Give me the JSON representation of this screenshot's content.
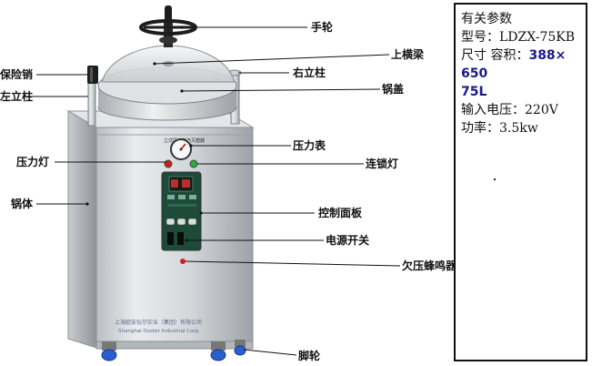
{
  "labels": {
    "handwheel": "手轮",
    "crossbeam": "上横梁",
    "safety_pin": "保险销",
    "right_column": "右立柱",
    "left_column": "左立柱",
    "lid": "锅盖",
    "pressure_gauge": "压力表",
    "pressure_lamp": "压力灯",
    "interlock_lamp": "连锁灯",
    "body": "锅体",
    "control_panel": "控制面板",
    "power_switch": "电源开关",
    "buzzer": "欠压蜂鸣器",
    "casters": "脚轮"
  },
  "device_text": {
    "top_strip": "立式压力蒸汽灭菌器",
    "maker_cn": "上海欧安仪尔实业（集团）有限公司",
    "maker_en": "Shanghai Ouster Industrial Corp."
  },
  "specs": {
    "title": "有关参数",
    "model_label": "型号：",
    "model_value": "LDZX-75KB",
    "size_label": "尺寸 容积：",
    "size_value": "388×",
    "size_value_2": "650",
    "volume_value": "75L",
    "voltage_label": "输入电压：",
    "voltage_value": "220V",
    "power_label": "功率：",
    "power_value": "3.5kw"
  },
  "colors": {
    "lamp_red": "#d02020",
    "lamp_green": "#20b040",
    "panel_green": "#1e4a3a",
    "caster_blue": "#2a5fd0",
    "steel": "#d8dcdf"
  }
}
